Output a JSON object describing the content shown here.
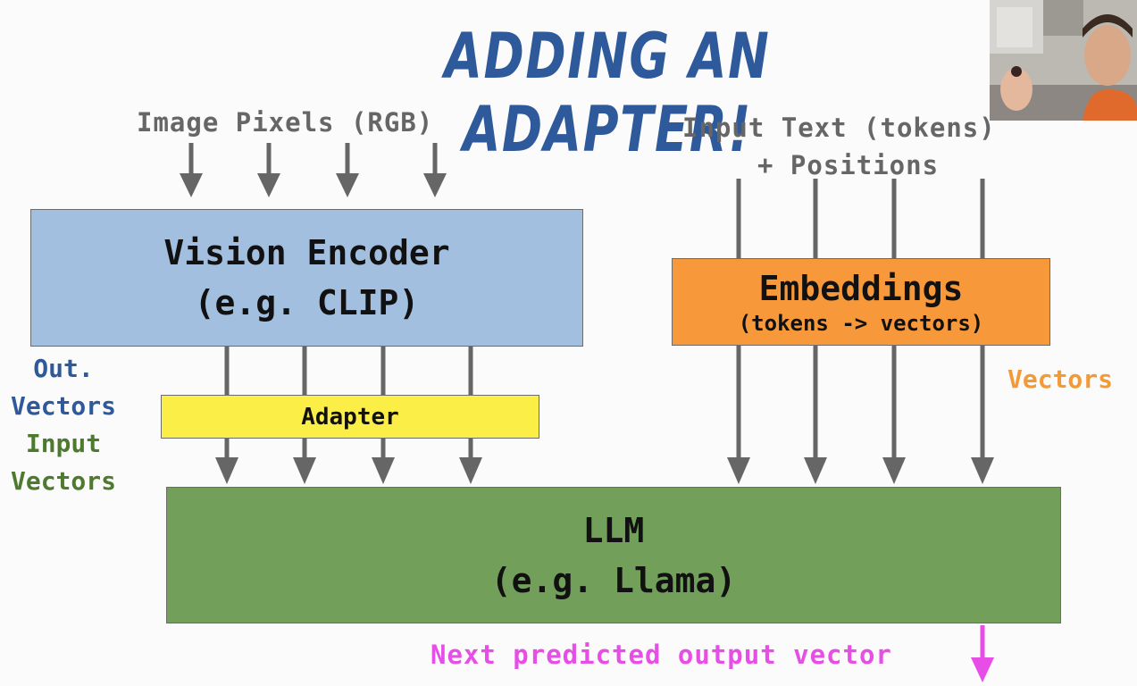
{
  "slide": {
    "title": "ADDING AN ADAPTER!",
    "image_pixels_label": "Image Pixels (RGB)",
    "input_text_label_line1": "Input Text (tokens)",
    "input_text_label_line2": "+ Positions",
    "vision_encoder": {
      "line1": "Vision Encoder",
      "line2": "(e.g. CLIP)"
    },
    "embeddings": {
      "line1": "Embeddings",
      "line2": "(tokens -> vectors)"
    },
    "adapter": "Adapter",
    "llm": {
      "line1": "LLM",
      "line2": "(e.g. Llama)"
    },
    "out_vectors": {
      "line1": "Out.",
      "line2": "Vectors"
    },
    "input_vectors": {
      "line1": "Input",
      "line2": "Vectors"
    },
    "vectors_label": "Vectors",
    "next_output": "Next predicted output vector"
  },
  "colors": {
    "title": "#2e5a9c",
    "vision_box": "#a3bfdf",
    "embeddings_box": "#f7993a",
    "adapter_box": "#fbee46",
    "llm_box": "#72a05a",
    "arrow": "#666666",
    "out_vectors_text": "#2e5a9c",
    "input_vectors_text": "#4e7a2e",
    "vectors_text": "#f39a35",
    "next_output": "#e64ee6"
  },
  "webcam": {
    "icon": "presenter-webcam"
  }
}
